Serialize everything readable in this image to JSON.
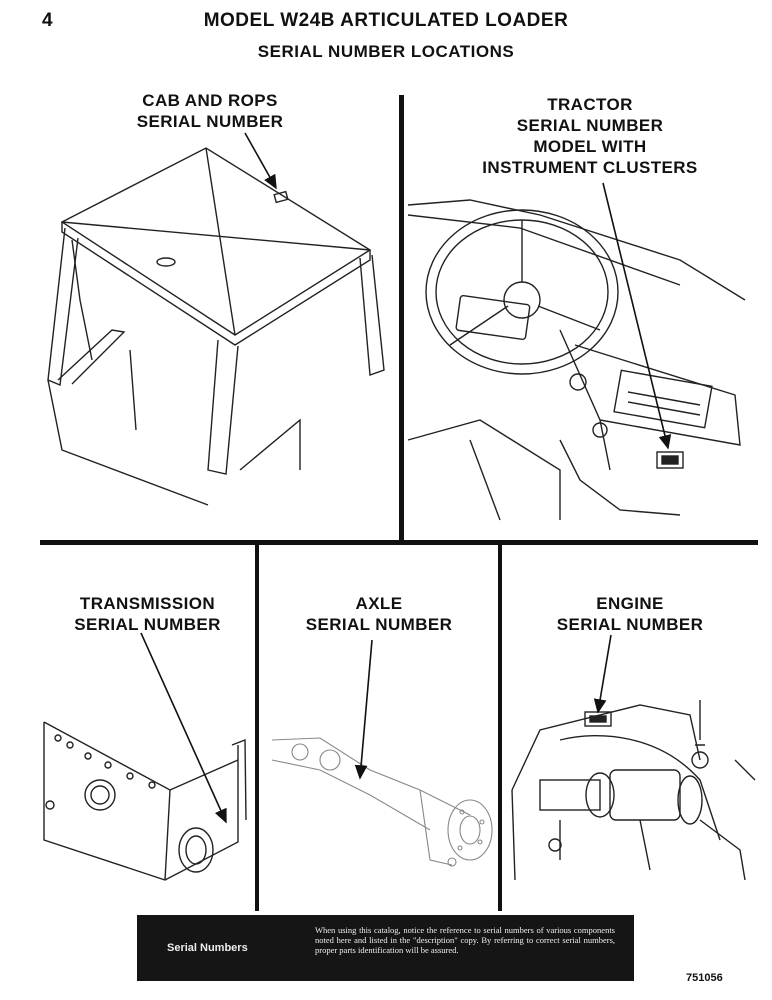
{
  "page": {
    "number": "4",
    "title": "MODEL W24B ARTICULATED LOADER",
    "subtitle": "SERIAL NUMBER LOCATIONS"
  },
  "panels": {
    "cab": {
      "label_lines": [
        "CAB AND ROPS",
        "SERIAL NUMBER"
      ]
    },
    "tractor": {
      "label_lines": [
        "TRACTOR",
        "SERIAL NUMBER",
        "MODEL WITH",
        "INSTRUMENT CLUSTERS"
      ]
    },
    "transmission": {
      "label_lines": [
        "TRANSMISSION",
        "SERIAL NUMBER"
      ]
    },
    "axle": {
      "label_lines": [
        "AXLE",
        "SERIAL NUMBER"
      ]
    },
    "engine": {
      "label_lines": [
        "ENGINE",
        "SERIAL NUMBER"
      ]
    }
  },
  "banner": {
    "title": "Serial Numbers",
    "text": "When using this catalog, notice the reference to serial numbers of various components noted here and listed in the \"description\" copy. By referring to correct serial numbers, proper parts identification will be assured."
  },
  "footer": {
    "doc_number": "751056"
  }
}
